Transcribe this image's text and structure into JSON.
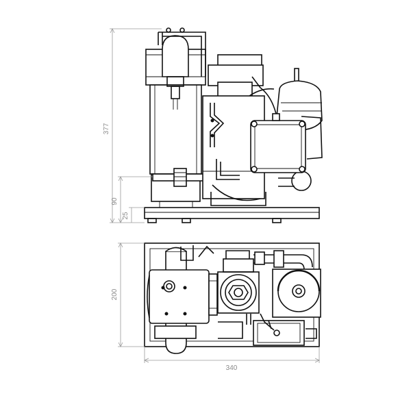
{
  "dimensions": {
    "overall_height": "377",
    "height_90": "90",
    "height_25": "25",
    "depth": "200",
    "width": "340"
  }
}
